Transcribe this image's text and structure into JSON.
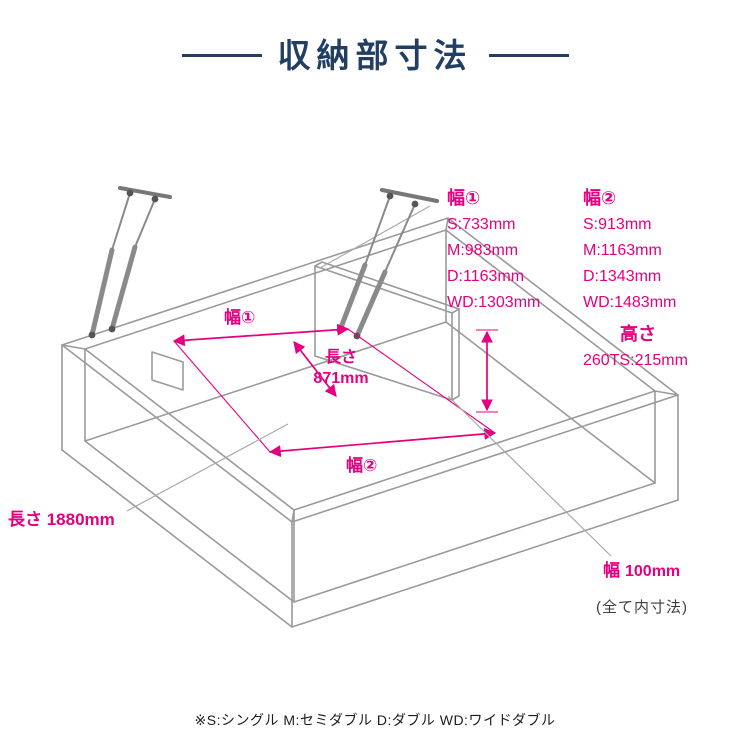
{
  "page": {
    "title": "収納部寸法"
  },
  "colors": {
    "accent_pink": "#e4007f",
    "title_navy": "#223f63",
    "line_gray": "#9a9a9a"
  },
  "diagram_labels": {
    "width1": "幅①",
    "length_inner_l1": "長さ",
    "length_inner_l2": "871mm",
    "width2": "幅②",
    "length_total": "長さ 1880mm",
    "side_width_label": "幅",
    "side_width_value": "100mm",
    "inner_note": "(全て内寸法)"
  },
  "specs": {
    "width1": {
      "heading": "幅①",
      "rows": [
        "S:733mm",
        "M:983mm",
        "D:1163mm",
        "WD:1303mm"
      ]
    },
    "width2": {
      "heading": "幅②",
      "rows": [
        "S:913mm",
        "M:1163mm",
        "D:1343mm",
        "WD:1483mm"
      ]
    },
    "height": {
      "heading": "高さ",
      "rows": [
        "260TS:215mm"
      ]
    }
  },
  "footnote": "※S:シングル M:セミダブル D:ダブル WD:ワイドダブル"
}
